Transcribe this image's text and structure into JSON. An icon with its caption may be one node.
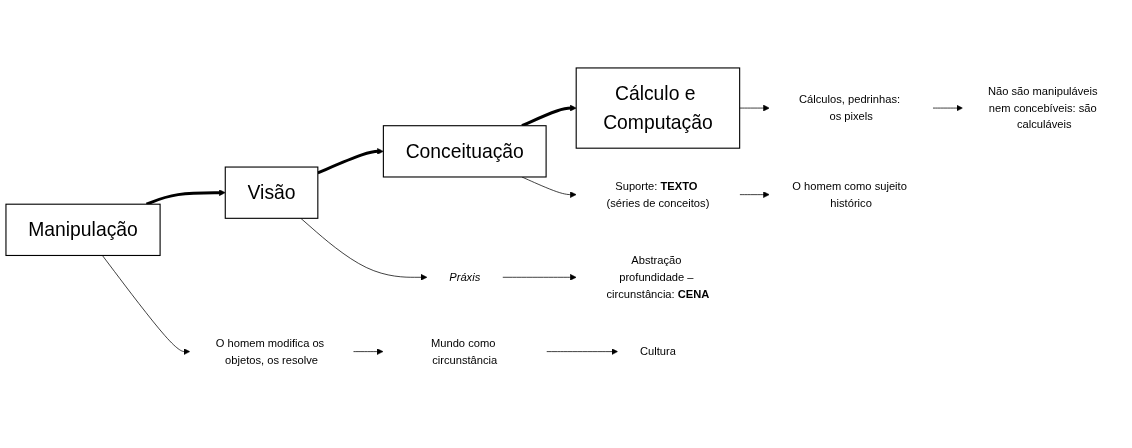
{
  "diagram": {
    "nodes": [
      {
        "text": [
          "Manipulação"
        ]
      },
      {
        "text": [
          "Visão"
        ]
      },
      {
        "text": [
          "Conceituação"
        ]
      },
      {
        "text": [
          "Cálculo e Computação"
        ]
      },
      {
        "text": [
          "O homem modifica os objetos, os resolve"
        ]
      },
      {
        "text": [
          "Mundo como circunstância"
        ]
      },
      {
        "text": [
          "Cultura"
        ]
      },
      {
        "text": [
          "Práxis"
        ]
      },
      {
        "text": [
          "Abstração profundidade – circunstância: **CENA**"
        ]
      },
      {
        "text": [
          "Suporte: **TEXTO** (séries de conceitos)"
        ]
      },
      {
        "text": [
          "O homem como sujeito histórico"
        ]
      },
      {
        "text": [
          "Cálculos, pedrinhas: os pixels"
        ]
      },
      {
        "text": [
          "Não são manipuláveis nem concebíveis: são calculáveis"
        ]
      }
    ],
    "edges": [
      {
        "from": 0,
        "to": 1,
        "arrow": "to",
        "style": "thick"
      },
      {
        "from": 1,
        "to": 2,
        "arrow": "to",
        "style": "thick"
      },
      {
        "from": 2,
        "to": 3,
        "arrow": "to",
        "style": "thick"
      },
      {
        "from": 0,
        "to": 4,
        "arrow": "to"
      },
      {
        "from": 4,
        "to": 5,
        "arrow": "to"
      },
      {
        "from": 5,
        "to": 6,
        "arrow": "to"
      },
      {
        "from": 1,
        "to": 7,
        "arrow": "to"
      },
      {
        "from": 7,
        "to": 8,
        "arrow": "to"
      },
      {
        "from": 2,
        "to": 9,
        "arrow": "to"
      },
      {
        "from": 9,
        "to": 10,
        "arrow": "to"
      },
      {
        "from": 3,
        "to": 11,
        "arrow": "to"
      },
      {
        "from": 11,
        "to": 12,
        "arrow": "to"
      }
    ]
  }
}
